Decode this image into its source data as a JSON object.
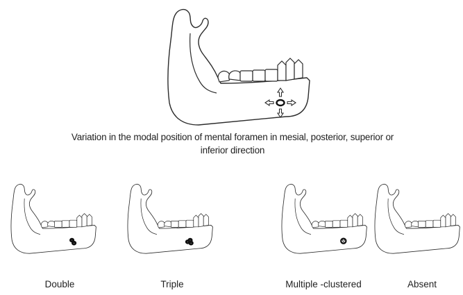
{
  "diagram": {
    "caption_line1": "Variation in the modal position of mental foramen in mesial, posterior, superior or",
    "caption_line2": "inferior direction",
    "variants": [
      {
        "label": "Double"
      },
      {
        "label": "Triple"
      },
      {
        "label": "Multiple -clustered"
      },
      {
        "label": "Absent"
      }
    ]
  },
  "colors": {
    "line": "#2b2b2b",
    "foramen": "#111111",
    "background": "#ffffff"
  },
  "icons": {
    "arrow-up": "up-arrow-icon",
    "arrow-down": "down-arrow-icon",
    "arrow-left": "left-arrow-icon",
    "arrow-right": "right-arrow-icon"
  }
}
